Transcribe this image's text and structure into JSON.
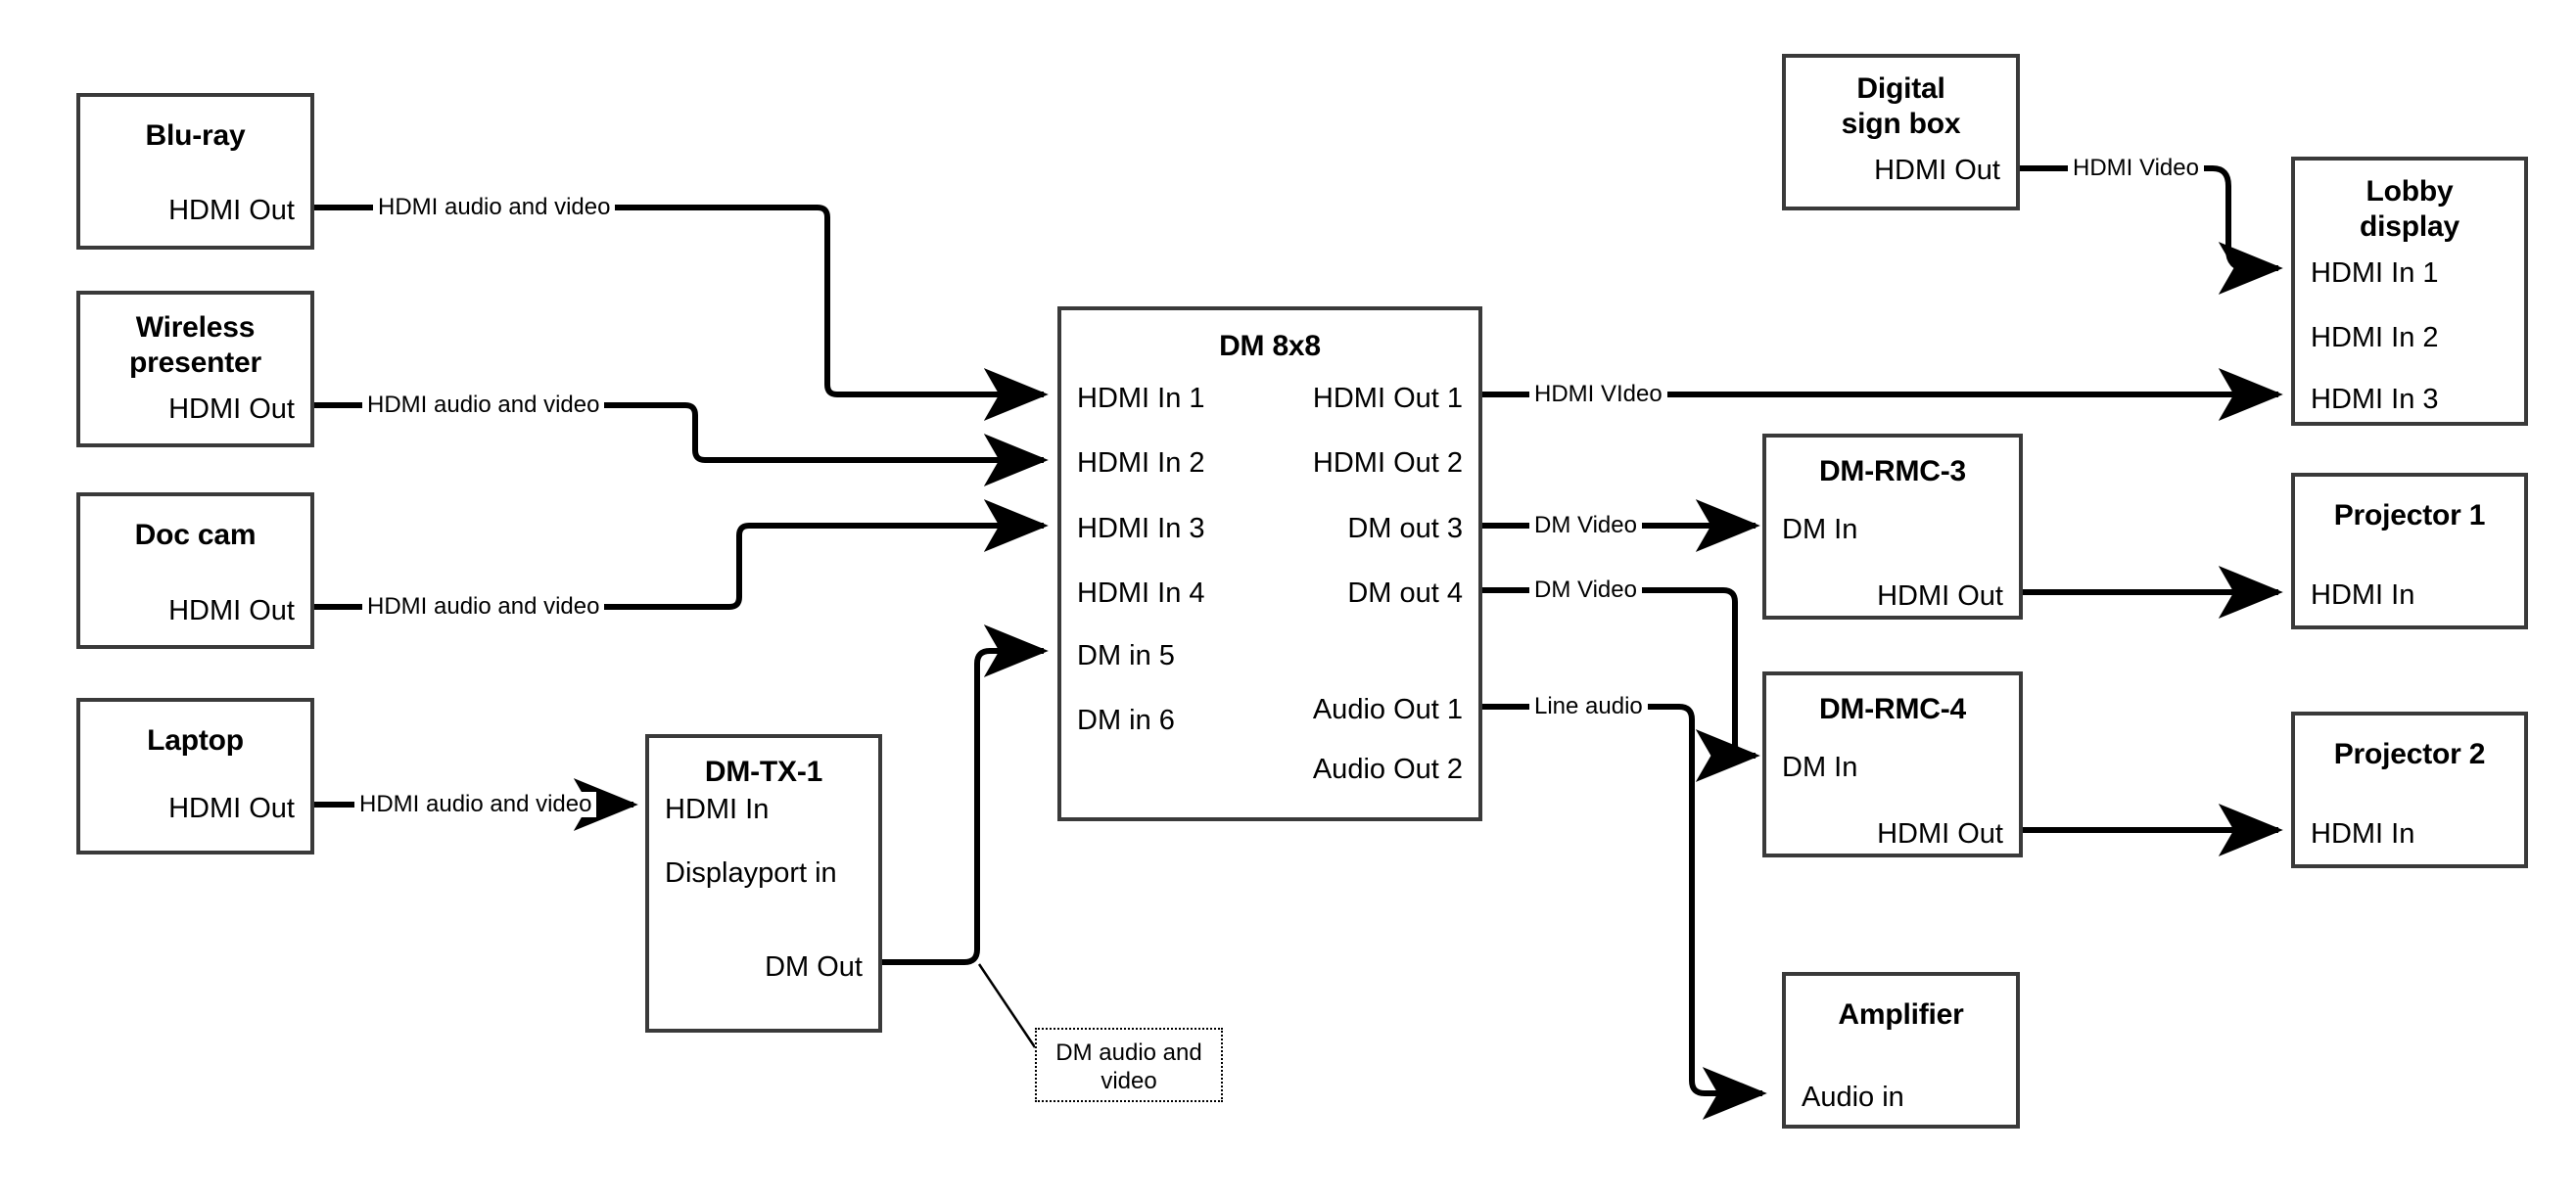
{
  "diagram": {
    "title": "AV signal flow diagram",
    "background_color": "#ffffff",
    "line_color": "#000000",
    "box_border_color": "#3a3a3a"
  },
  "nodes": {
    "bluray": {
      "title": "Blu-ray",
      "ports_right": [
        "HDMI Out"
      ]
    },
    "wireless": {
      "title": "Wireless presenter",
      "ports_right": [
        "HDMI Out"
      ]
    },
    "doccam": {
      "title": "Doc cam",
      "ports_right": [
        "HDMI Out"
      ]
    },
    "laptop": {
      "title": "Laptop",
      "ports_right": [
        "HDMI Out"
      ]
    },
    "dmtx1": {
      "title": "DM-TX-1",
      "ports_left": [
        "HDMI In",
        "Displayport in"
      ],
      "ports_right": [
        "DM Out"
      ]
    },
    "dm8x8": {
      "title": "DM 8x8",
      "ports_left": [
        "HDMI In 1",
        "HDMI In 2",
        "HDMI In 3",
        "HDMI In 4",
        "DM in 5",
        "DM in 6"
      ],
      "ports_right": [
        "HDMI Out 1",
        "HDMI Out 2",
        "DM out 3",
        "DM out 4",
        "Audio Out 1",
        "Audio Out 2"
      ]
    },
    "digitalsign": {
      "title": "Digital sign box",
      "ports_right": [
        "HDMI Out"
      ]
    },
    "lobbydisplay": {
      "title": "Lobby display",
      "ports_left": [
        "HDMI In 1",
        "HDMI In 2",
        "HDMI In 3"
      ]
    },
    "dmrmc3": {
      "title": "DM-RMC-3",
      "ports_left": [
        "DM In"
      ],
      "ports_right": [
        "HDMI Out"
      ]
    },
    "dmrmc4": {
      "title": "DM-RMC-4",
      "ports_left": [
        "DM In"
      ],
      "ports_right": [
        "HDMI Out"
      ]
    },
    "projector1": {
      "title": "Projector 1",
      "ports_left": [
        "HDMI In"
      ]
    },
    "projector2": {
      "title": "Projector 2",
      "ports_left": [
        "HDMI In"
      ]
    },
    "amplifier": {
      "title": "Amplifier",
      "ports_left": [
        "Audio in"
      ]
    }
  },
  "connections": [
    {
      "id": "bluray-to-in1",
      "from": "bluray.HDMI Out",
      "to": "dm8x8.HDMI In 1",
      "label": "HDMI audio and video"
    },
    {
      "id": "wireless-to-in2",
      "from": "wireless.HDMI Out",
      "to": "dm8x8.HDMI In 2",
      "label": "HDMI audio and video"
    },
    {
      "id": "doccam-to-in3",
      "from": "doccam.HDMI Out",
      "to": "dm8x8.HDMI In 3",
      "label": "HDMI audio and video"
    },
    {
      "id": "laptop-to-dmtx1",
      "from": "laptop.HDMI Out",
      "to": "dmtx1.HDMI In",
      "label": "HDMI audio and video"
    },
    {
      "id": "dmtx1-to-dmin5",
      "from": "dmtx1.DM Out",
      "to": "dm8x8.DM in 5",
      "label": "DM audio and video"
    },
    {
      "id": "hdmiout1-to-lobby3",
      "from": "dm8x8.HDMI Out 1",
      "to": "lobbydisplay.HDMI In 3",
      "label": "HDMI VIdeo"
    },
    {
      "id": "dmout3-to-rmc3",
      "from": "dm8x8.DM out 3",
      "to": "dmrmc3.DM In",
      "label": "DM Video"
    },
    {
      "id": "dmout4-to-rmc4",
      "from": "dm8x8.DM out 4",
      "to": "dmrmc4.DM In",
      "label": "DM Video"
    },
    {
      "id": "audioout1-to-amp",
      "from": "dm8x8.Audio Out 1",
      "to": "amplifier.Audio in",
      "label": "Line audio"
    },
    {
      "id": "sign-to-lobby1",
      "from": "digitalsign.HDMI Out",
      "to": "lobbydisplay.HDMI In 1",
      "label": "HDMI Video"
    },
    {
      "id": "rmc3-to-proj1",
      "from": "dmrmc3.HDMI Out",
      "to": "projector1.HDMI In",
      "label": ""
    },
    {
      "id": "rmc4-to-proj2",
      "from": "dmrmc4.HDMI Out",
      "to": "projector2.HDMI In",
      "label": ""
    }
  ],
  "callouts": [
    {
      "id": "dm-audio-video-callout",
      "text": "DM audio and video"
    }
  ]
}
